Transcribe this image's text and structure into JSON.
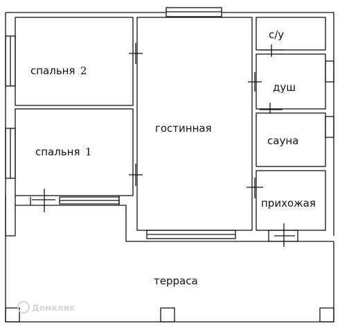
{
  "rooms": {
    "bedroom2": "спальня",
    "bedroom2_num": "2",
    "bedroom1": "спальня",
    "bedroom1_num": "1",
    "living": "гостинная",
    "wc": "с/у",
    "shower": "душ",
    "sauna": "сауна",
    "hall": "прихожая",
    "terrace": "терраса"
  },
  "watermark": "Домклик",
  "colors": {
    "line": "#111111",
    "watermark": "#d6d6d6"
  }
}
